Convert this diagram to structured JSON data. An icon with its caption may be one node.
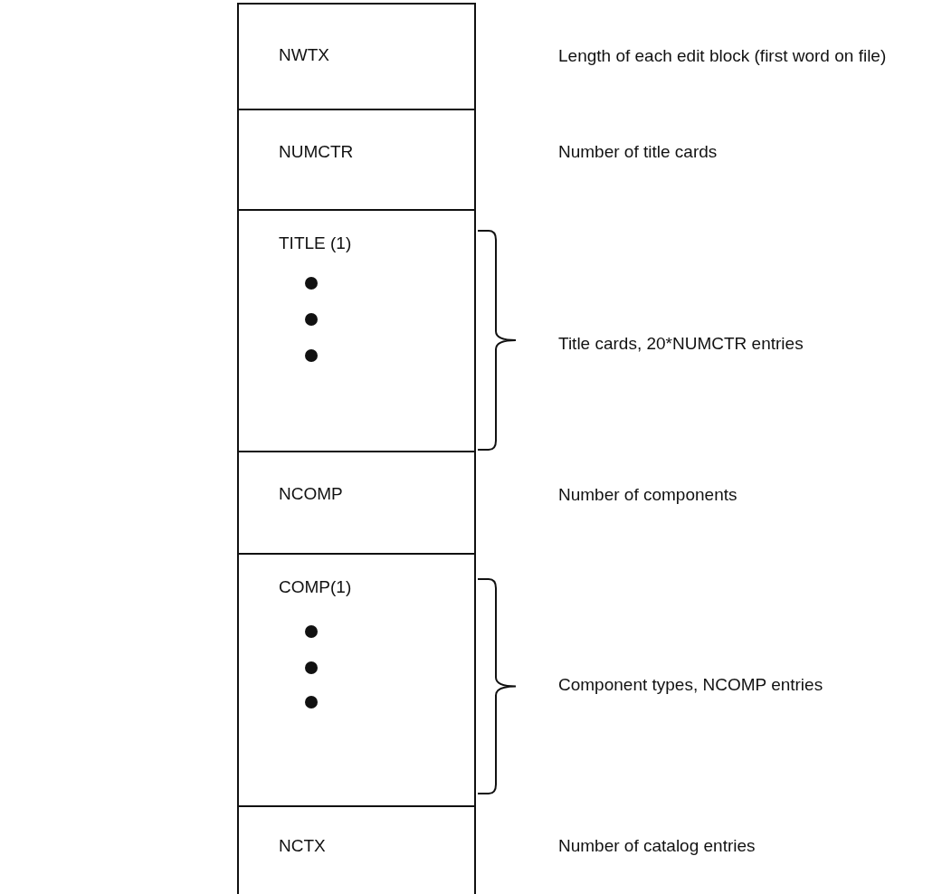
{
  "diagram": {
    "nodes": [
      {
        "text": [
          "NWTX"
        ]
      },
      {
        "text": [
          "NUMCTR"
        ]
      },
      {
        "text": [
          "TITLE (1)"
        ]
      },
      {
        "text": [
          "NCOMP"
        ]
      },
      {
        "text": [
          "COMP(1)"
        ]
      },
      {
        "text": [
          "NCTX"
        ]
      }
    ],
    "labels": [
      "Length of each edit block (first word on file)",
      "Number of title cards",
      "Title cards, 20*NUMCTR entries",
      "Number of components",
      "Component types, NCOMP entries",
      "Number of catalog entries"
    ]
  }
}
